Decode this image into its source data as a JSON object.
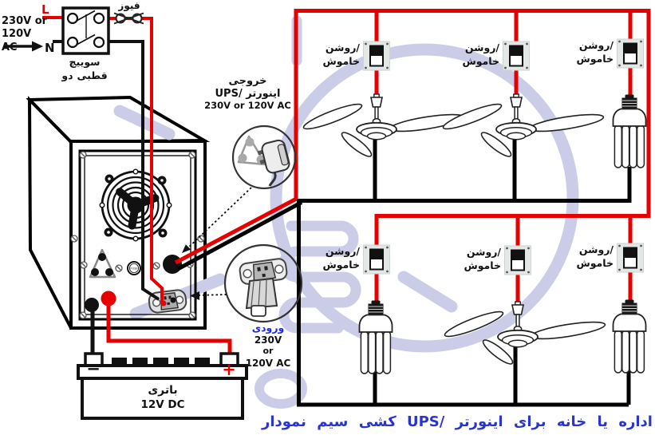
{
  "supply": {
    "voltage_line1": "230V or",
    "voltage_line2": "120V AC",
    "live": "L",
    "neutral": "N",
    "fuse": "فیوز",
    "switch_name": "سوییچ",
    "switch_type_word1": "دو",
    "switch_type_word2": "قطبی"
  },
  "ups": {
    "output_title": "خروجی",
    "output_device": "UPS/ اینورتر",
    "output_voltage": "230V or 120V AC",
    "fuse_holder": "FUSE",
    "input_title": "ورودی",
    "input_v1": "230V",
    "input_v2": "or",
    "input_v3": "120V AC"
  },
  "battery": {
    "name": "باتری",
    "rating": "12V DC",
    "plus": "+",
    "minus": "−"
  },
  "switch": {
    "onoff_line1": "روشن/",
    "onoff_line2": "خاموش"
  },
  "caption": {
    "words": [
      "نمودار",
      "سیم",
      "کشی",
      "UPS/",
      "اینورتر",
      "برای",
      "خانه",
      "یا",
      "اداره"
    ]
  },
  "colors": {
    "live_wire": "#e60000",
    "neutral_wire": "#000000",
    "caption_blue": "#2a35cf",
    "input_title_blue": "#2028e8",
    "watermark": "#cbcde8",
    "switch_plate": "#e3e7e5"
  },
  "icons": {
    "two-pole-switch-icon": "box with 4 contacts and blades",
    "fuse-icon": "crossed circles on line",
    "supply-arrow-icon": "right arrow",
    "cooling-fan-icon": "concentric ring grille",
    "power-plug-icon": "3-pin plug in callout circle",
    "iec-inlet-icon": "IEC inlet with plug in callout circle",
    "ceiling-fan-icon": "three blade ceiling fan",
    "cfl-bulb-icon": "four tube energy saver lamp",
    "rocker-switch-icon": "black/white rocker on plate",
    "battery-icon": "box with + and − terminals"
  }
}
